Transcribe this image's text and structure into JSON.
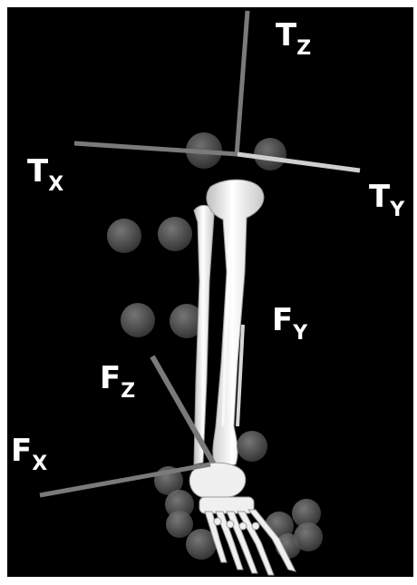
{
  "labels": {
    "tz": {
      "main": "T",
      "sub": "Z"
    },
    "tx": {
      "main": "T",
      "sub": "X"
    },
    "ty": {
      "main": "T",
      "sub": "Y"
    },
    "fy": {
      "main": "F",
      "sub": "Y"
    },
    "fz": {
      "main": "F",
      "sub": "Z"
    },
    "fx": {
      "main": "F",
      "sub": "X"
    }
  },
  "colors": {
    "background": "#000000",
    "axis_dark": "#7a7a7a",
    "axis_light": "#cfcfcf",
    "marker": "#6e6e6e",
    "bone": "#f2f2f2",
    "label": "#ffffff"
  }
}
